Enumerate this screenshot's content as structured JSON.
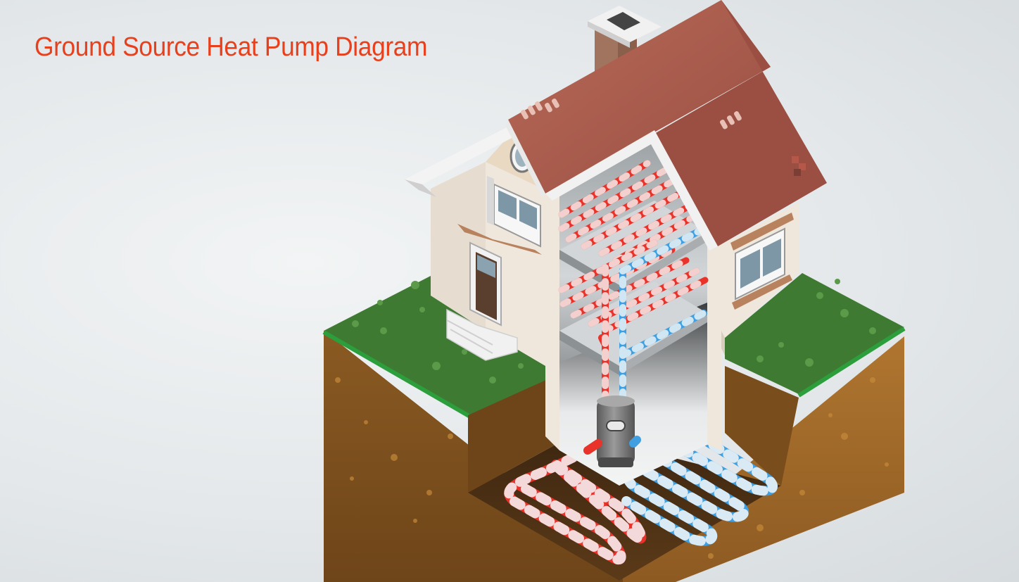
{
  "header": {
    "title": "Ground Source Heat Pump Diagram"
  },
  "colors": {
    "title": "#e8401c",
    "hot_pipe": "#e8322a",
    "cold_pipe": "#3f9fe0",
    "pipe_stripe": "#f5f7f8",
    "grass": "#3f7a33",
    "grass_edge": "#2d9e3c",
    "soil_front": "#8a5a22",
    "soil_side": "#a36c2a",
    "soil_dark": "#4a2e12",
    "roof": "#a65a4b",
    "roof_dark": "#8b4a3d",
    "wall": "#efe7dc",
    "wall_side": "#d9cdbd",
    "pump_unit": "#7c7c7c"
  },
  "icons": {
    "house": "house-illustration",
    "pump": "heat-pump-unit",
    "ground_loop": "ground-loop-coil",
    "floor_loop": "underfloor-heating-coil"
  }
}
